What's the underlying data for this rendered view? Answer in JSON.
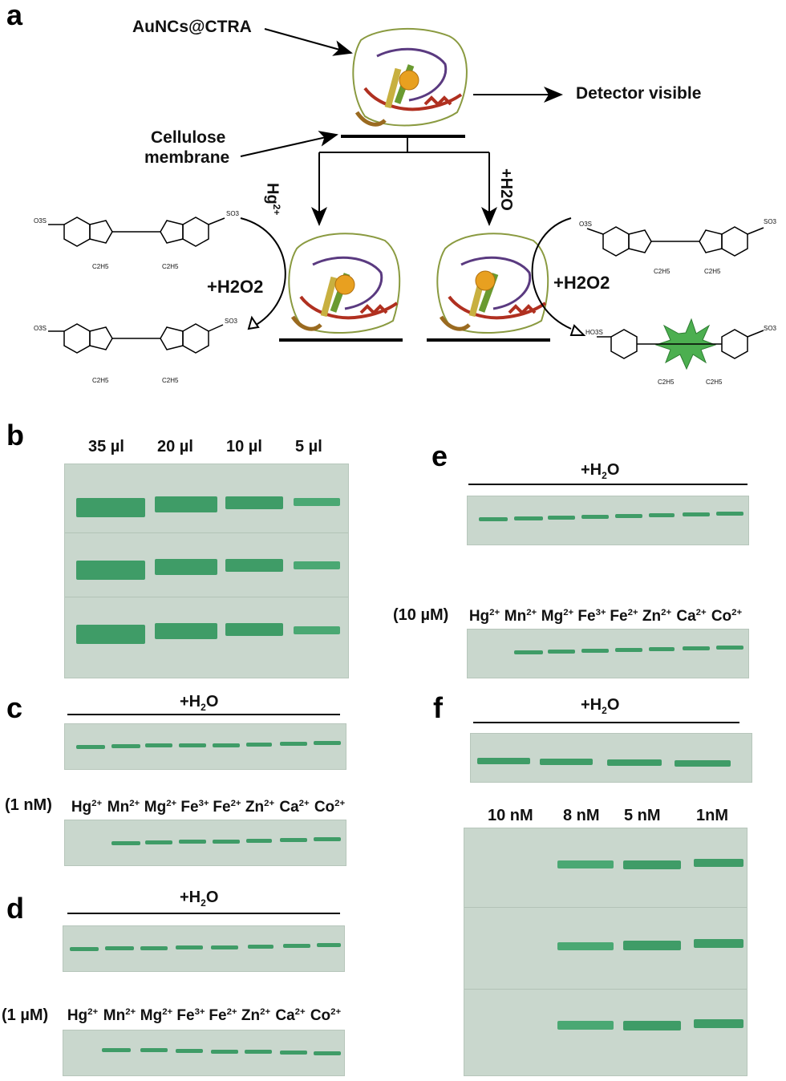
{
  "panel_a": {
    "letter": "a",
    "label_nanocluster": "AuNCs@CTRA",
    "label_detector": "Detector visible",
    "label_membrane_1": "Cellulose",
    "label_membrane_2": "membrane",
    "arrow_left": "Hg2+",
    "arrow_right": "+H2O",
    "h2o2_left": "+H2O2",
    "h2o2_right": "+H2O2",
    "struct_so3": "SO3",
    "struct_o3s": "O3S",
    "struct_ho3s": "HO3S",
    "struct_c2h5": "C2H5",
    "colors": {
      "protein_red": "#b03020",
      "protein_green": "#5a8a30",
      "protein_purple": "#5a3a80",
      "gold": "#e8a020",
      "ox_green": "#4caf50"
    }
  },
  "panel_b": {
    "letter": "b",
    "columns": [
      "35 µl",
      "20 µl",
      "10 µl",
      "5 µl"
    ],
    "rows": 3
  },
  "panel_c": {
    "letter": "c",
    "top_label": "+H2O",
    "conc": "(1 nM)",
    "ions": [
      "Hg2+",
      "Mn2+",
      "Mg2+",
      "Fe3+",
      "Fe2+",
      "Zn2+",
      "Ca2+",
      "Co2+"
    ]
  },
  "panel_d": {
    "letter": "d",
    "top_label": "+H2O",
    "conc": "(1 µM)",
    "ions": [
      "Hg2+",
      "Mn2+",
      "Mg2+",
      "Fe3+",
      "Fe2+",
      "Zn2+",
      "Ca2+",
      "Co2+"
    ]
  },
  "panel_e": {
    "letter": "e",
    "top_label": "+H2O",
    "conc": "(10 µM)",
    "ions": [
      "Hg2+",
      "Mn2+",
      "Mg2+",
      "Fe3+",
      "Fe2+",
      "Zn2+",
      "Ca2+",
      "Co2+"
    ]
  },
  "panel_f": {
    "letter": "f",
    "top_label": "+H2O",
    "columns": [
      "10 nM",
      "8 nM",
      "5 nM",
      "1nM"
    ]
  },
  "ion_parts": {
    "Hg": "Hg",
    "Mn": "Mn",
    "Mg": "Mg",
    "Fe": "Fe",
    "Zn": "Zn",
    "Ca": "Ca",
    "Co": "Co",
    "two_plus": "2+",
    "three_plus": "3+"
  }
}
